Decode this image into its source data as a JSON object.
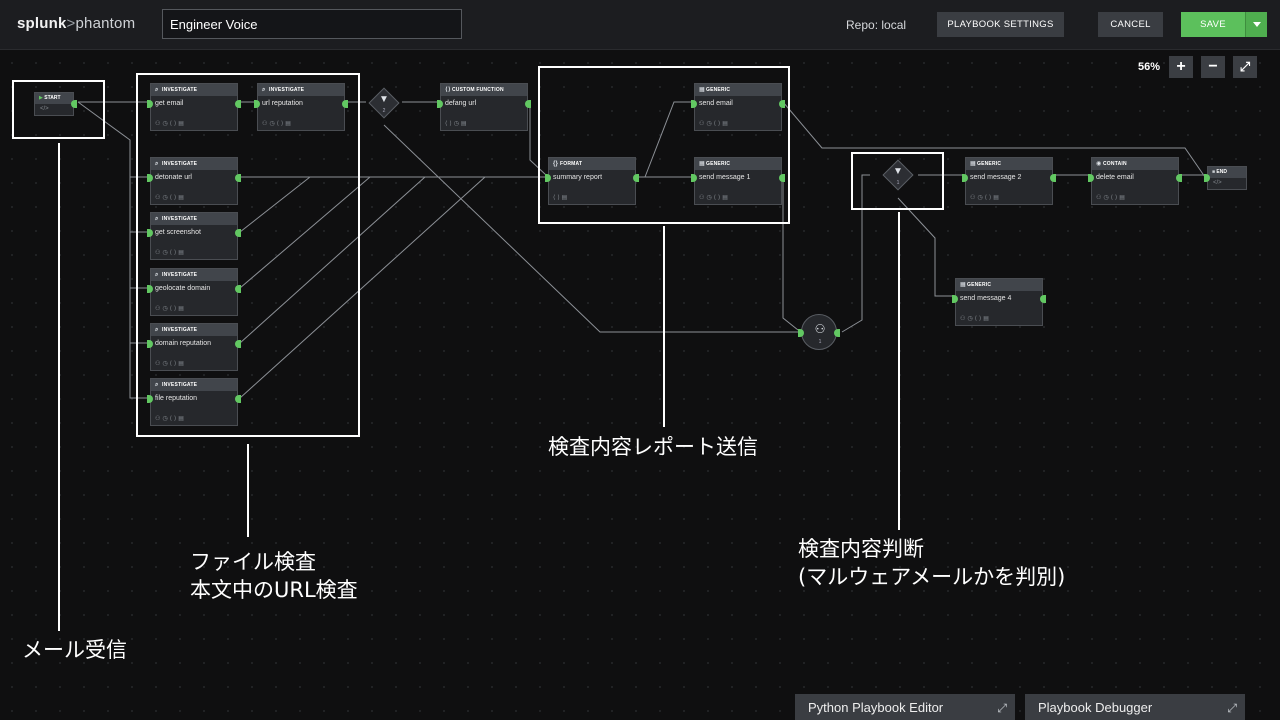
{
  "header": {
    "brand_a": "splunk",
    "brand_sep": ">",
    "brand_b": "phantom",
    "playbook_name": "Engineer Voice",
    "repo": "Repo: local",
    "settings_label": "PLAYBOOK SETTINGS",
    "cancel_label": "CANCEL",
    "save_label": "SAVE"
  },
  "zoom": {
    "level": "56%",
    "plus": "+",
    "minus": "−",
    "fit": "⤢"
  },
  "nodes": {
    "start": {
      "label": "START",
      "foot": "</>"
    },
    "end": {
      "label": "END",
      "foot": "</>"
    },
    "get_email": {
      "type": "INVESTIGATE",
      "title": "get email"
    },
    "url_reputation": {
      "type": "INVESTIGATE",
      "title": "url reputation"
    },
    "detonate_url": {
      "type": "INVESTIGATE",
      "title": "detonate url"
    },
    "get_screenshot": {
      "type": "INVESTIGATE",
      "title": "get screenshot"
    },
    "geolocate_domain": {
      "type": "INVESTIGATE",
      "title": "geolocate domain"
    },
    "domain_reputation": {
      "type": "INVESTIGATE",
      "title": "domain reputation"
    },
    "file_reputation": {
      "type": "INVESTIGATE",
      "title": "file reputation"
    },
    "defang_url": {
      "type": "CUSTOM FUNCTION",
      "title": "defang url"
    },
    "summary_report": {
      "type": "FORMAT",
      "title": "summary report"
    },
    "send_email": {
      "type": "GENERIC",
      "title": "send email"
    },
    "send_message_1": {
      "type": "GENERIC",
      "title": "send message 1"
    },
    "send_message_2": {
      "type": "GENERIC",
      "title": "send message 2"
    },
    "send_message_4": {
      "type": "GENERIC",
      "title": "send message 4"
    },
    "delete_email": {
      "type": "CONTAIN",
      "title": "delete email"
    },
    "decision_1": {
      "num": "2"
    },
    "decision_2": {
      "num": "1"
    },
    "prompt_1": {
      "num": "1"
    }
  },
  "icons": {
    "investigate": "search-icon",
    "generic": "grid-icon",
    "contain": "shield-icon",
    "format": "braces-icon",
    "custom": "code-icon",
    "decision": "filter-icon",
    "prompt": "user-prompt-icon"
  },
  "annotations": {
    "mail_receive": "メール受信",
    "file_check_1": "ファイル検査",
    "file_check_2": "本文中のURL検査",
    "report_send": "検査内容レポート送信",
    "judge_1": "検査内容判断",
    "judge_2": "(マルウェアメールかを判別)"
  },
  "bottom_tabs": {
    "python_editor": "Python Playbook Editor",
    "debugger": "Playbook Debugger"
  },
  "colors": {
    "accent_green": "#5cc05c",
    "port_green": "#62c862",
    "wire": "#8c9096"
  }
}
